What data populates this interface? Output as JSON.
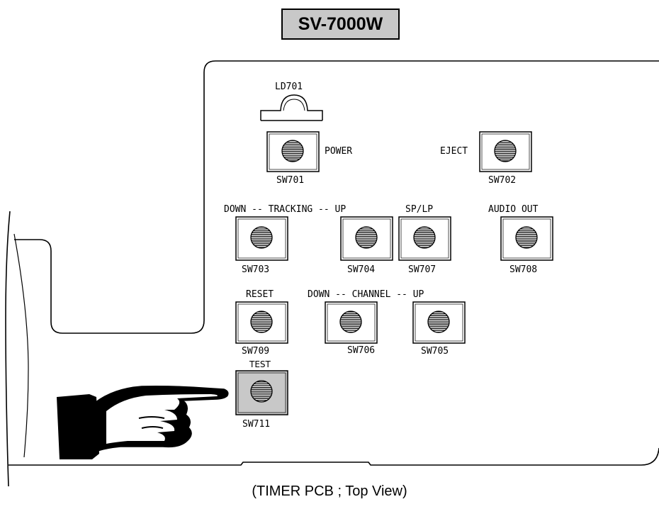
{
  "title": "SV-7000W",
  "caption": "(TIMER PCB ; Top View)",
  "labels": {
    "ld701": "LD701",
    "power": "POWER",
    "eject": "EJECT",
    "tracking": "DOWN -- TRACKING -- UP",
    "sp_lp": "SP/LP",
    "audio_out": "AUDIO OUT",
    "reset": "RESET",
    "channel": "DOWN -- CHANNEL -- UP",
    "test": "TEST"
  },
  "switches": {
    "sw701": "SW701",
    "sw702": "SW702",
    "sw703": "SW703",
    "sw704": "SW704",
    "sw707": "SW707",
    "sw708": "SW708",
    "sw709": "SW709",
    "sw706": "SW706",
    "sw705": "SW705",
    "sw711": "SW711"
  },
  "icons": [
    "pointing-hand-icon",
    "led-icon",
    "push-button-icon"
  ],
  "colors": {
    "highlight": "#c8c8c8",
    "line": "#000000",
    "background": "#ffffff"
  }
}
